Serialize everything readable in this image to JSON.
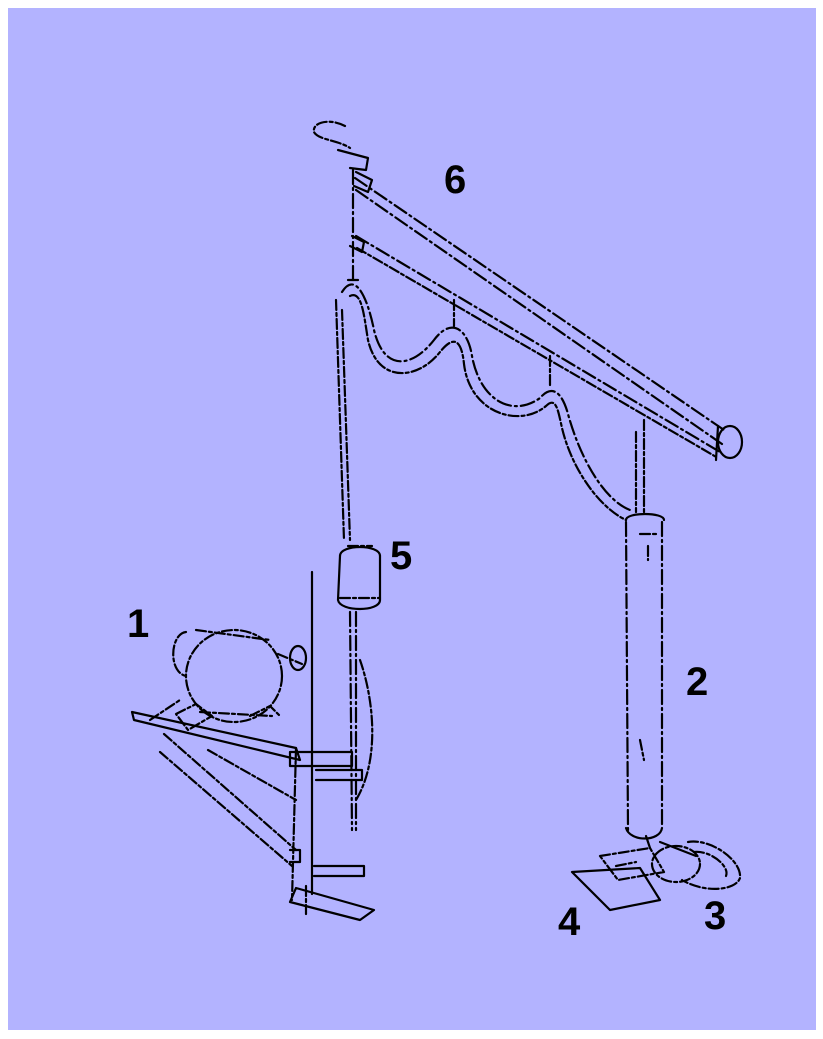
{
  "colors": {
    "background": "#b3b3ff",
    "frame": "#ffffff",
    "line": "#000000"
  },
  "callouts": {
    "motor": "1",
    "column": "2",
    "pedal_right": "3",
    "pedal_left": "4",
    "joint": "5",
    "boom": "6"
  }
}
